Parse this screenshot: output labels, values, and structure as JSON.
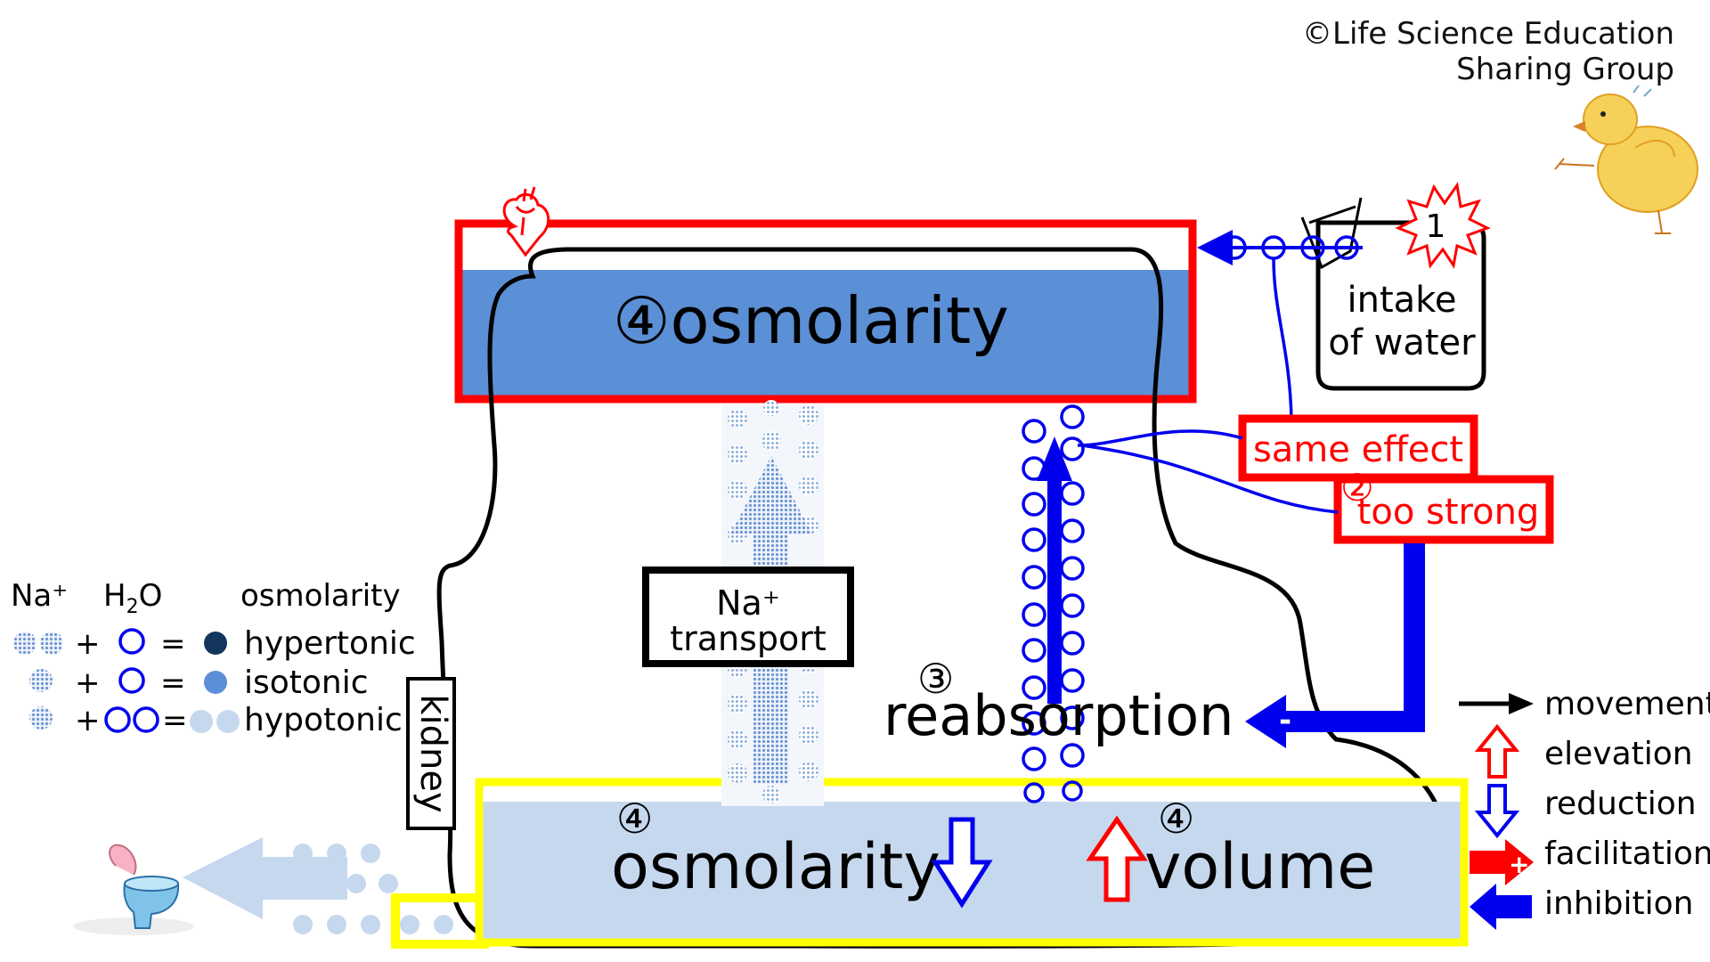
{
  "copyright": {
    "line1": "©Life Science Education",
    "line2": "Sharing Group"
  },
  "blood": {
    "label": "④osmolarity",
    "icon": "heart-icon"
  },
  "intake": {
    "step": "1",
    "line1": "intake",
    "line2": "of water",
    "icon": "cup-icon"
  },
  "hormone": {
    "box1": "same effect",
    "box2": "too strong",
    "step": "②"
  },
  "na_transport": {
    "line1": "Na⁺",
    "line2": "transport"
  },
  "reabsorption": {
    "step": "③",
    "label": "reabsorption",
    "sign": "-"
  },
  "kidney": {
    "label": "kidney"
  },
  "tubule": {
    "osm_step": "④",
    "osm_label": "osmolarity",
    "vol_step": "④",
    "vol_label": "volume"
  },
  "key": {
    "header_na": "Na⁺",
    "header_h2o_h": "H",
    "header_h2o_sub": "2",
    "header_h2o_o": "O",
    "header_osm": "osmolarity",
    "plus": "+",
    "equals": "=",
    "row1": "hypertonic",
    "row2": "isotonic",
    "row3": "hypotonic"
  },
  "legend": {
    "movement": "movement",
    "elevation": "elevation",
    "reduction": "reduction",
    "facilitation": "facilitation",
    "inhibition": "inhibition"
  },
  "colors": {
    "red": "#ff0000",
    "blue": "#0000ee",
    "plasma": "#5b8fd6",
    "tubule": "#c6d8ee",
    "yellow": "#ffff00",
    "dark_navy": "#14365c"
  }
}
